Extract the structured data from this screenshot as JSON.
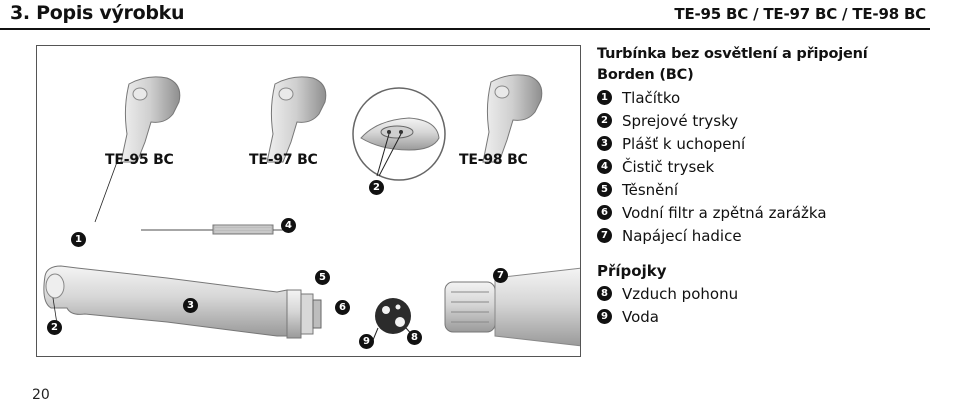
{
  "header": {
    "section_title": "3. Popis výrobku",
    "models": "TE-95 BC / TE-97 BC / TE-98 BC"
  },
  "figure": {
    "model_labels": [
      "TE-95 BC",
      "TE-97 BC",
      "TE-98 BC"
    ],
    "callouts": [
      "1",
      "2",
      "3",
      "4",
      "5",
      "6",
      "7",
      "8",
      "9",
      "2"
    ]
  },
  "description": {
    "title_line1": "Turbínka bez osvětlení a připojení",
    "title_line2": "Borden (BC)",
    "items": [
      {
        "num": "1",
        "label": "Tlačítko"
      },
      {
        "num": "2",
        "label": "Sprejové trysky"
      },
      {
        "num": "3",
        "label": "Plášť k uchopení"
      },
      {
        "num": "4",
        "label": "Čistič trysek"
      },
      {
        "num": "5",
        "label": "Těsnění"
      },
      {
        "num": "6",
        "label": "Vodní filtr a zpětná zarážka"
      },
      {
        "num": "7",
        "label": "Napájecí hadice"
      }
    ],
    "connections_heading": "Přípojky",
    "connections": [
      {
        "num": "8",
        "label": "Vzduch pohonu"
      },
      {
        "num": "9",
        "label": "Voda"
      }
    ]
  },
  "page_number": "20"
}
